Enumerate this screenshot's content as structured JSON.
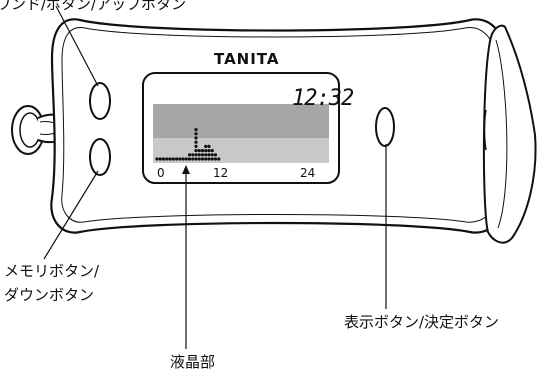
{
  "labels": {
    "top_buttons": "ワンド/ボタン/アップボタン",
    "memory_line1": "メモリボタン/",
    "memory_line2": "ダウンボタン",
    "display_button": "表示ボタン/決定ボタン",
    "lcd": "液晶部"
  },
  "device": {
    "brand": "TANITA",
    "time": "12:32",
    "axis_ticks": [
      "0",
      "12",
      "24"
    ]
  },
  "lcd_bars": [
    1,
    1,
    1,
    1,
    1,
    1,
    1,
    1,
    1,
    1,
    2,
    2,
    8,
    3,
    3,
    4,
    4,
    3,
    2,
    1,
    0,
    0,
    0,
    0
  ],
  "colors": {
    "outline": "#111111",
    "lcd_band_dark": "#a6a6a6",
    "lcd_band_light": "#c8c8c8",
    "lcd_dots": "#111111"
  }
}
